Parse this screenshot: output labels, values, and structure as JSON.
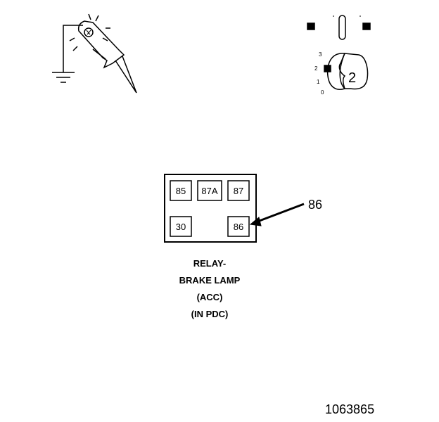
{
  "ignition": {
    "positions": [
      "3",
      "2",
      "1",
      "0"
    ],
    "selected": "2"
  },
  "relay": {
    "terminals": [
      "85",
      "87A",
      "87",
      "30",
      "86"
    ],
    "callout": "86",
    "label_lines": [
      "RELAY-",
      "BRAKE LAMP",
      "(ACC)",
      "(IN PDC)"
    ]
  },
  "figure_number": "1063865",
  "colors": {
    "ink": "#000000",
    "background": "#ffffff"
  }
}
